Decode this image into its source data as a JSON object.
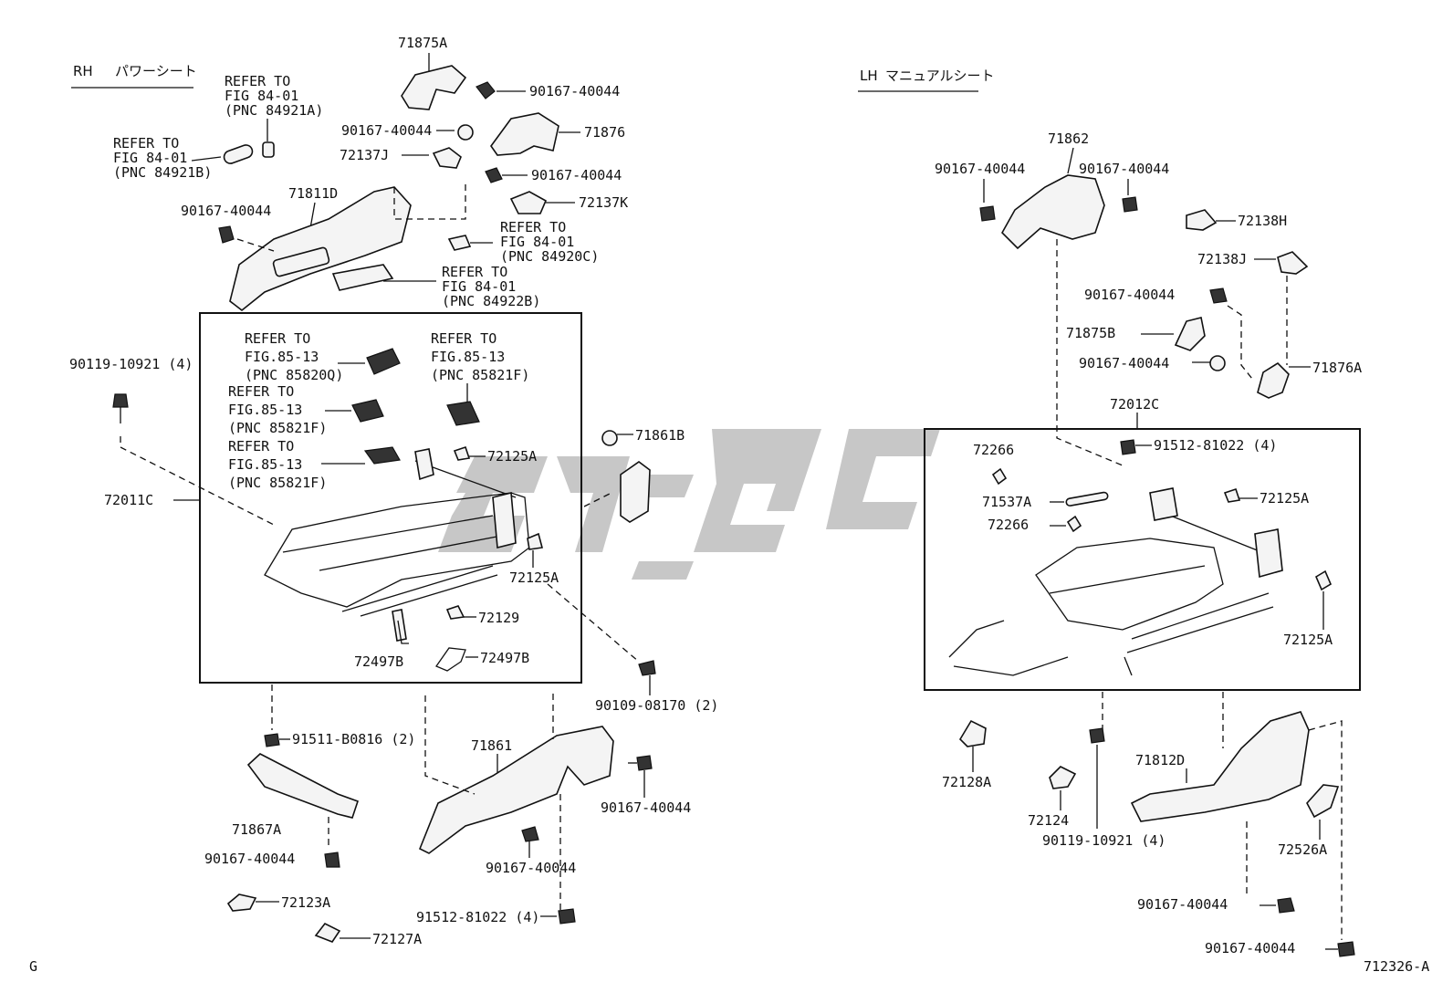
{
  "rh_header": {
    "side": "RH",
    "type": "パワーシート"
  },
  "lh_header": {
    "side": "LH",
    "type": "マニュアルシート"
  },
  "corner_code": "G",
  "figure_id": "712326-A",
  "refer": {
    "r1": [
      "REFER TO",
      "FIG 84-01",
      "(PNC 84921A)"
    ],
    "r2": [
      "REFER TO",
      "FIG 84-01",
      "(PNC 84921B)"
    ],
    "r3": [
      "REFER TO",
      "FIG 84-01",
      "(PNC 84920C)"
    ],
    "r4": [
      "REFER TO",
      "FIG 84-01",
      "(PNC 84922B)"
    ],
    "r5": [
      "REFER TO",
      "FIG.85-13",
      "(PNC 85820Q)"
    ],
    "r6": [
      "REFER TO",
      "FIG.85-13",
      "(PNC 85821F)"
    ],
    "r7": [
      "REFER TO",
      "FIG.85-13",
      "(PNC 85821F)"
    ],
    "r8": [
      "REFER TO",
      "FIG.85-13",
      "(PNC 85821F)"
    ]
  },
  "parts_rh": {
    "p71875A": "71875A",
    "p90167_a": "90167-40044",
    "p90167_b": "90167-40044",
    "p71876": "71876",
    "p72137J": "72137J",
    "p90167_c": "90167-40044",
    "p72137K": "72137K",
    "p71811D": "71811D",
    "p90167_d": "90167-40044",
    "p90119": "90119-10921 (4)",
    "p72011C": "72011C",
    "p71861B": "71861B",
    "p72125A_a": "72125A",
    "p72125A_b": "72125A",
    "p72129": "72129",
    "p72497B_a": "72497B",
    "p72497B_b": "72497B",
    "p90109": "90109-08170 (2)",
    "p91511": "91511-B0816 (2)",
    "p71861": "71861",
    "p90167_e": "90167-40044",
    "p71867A": "71867A",
    "p90167_f": "90167-40044",
    "p90167_g": "90167-40044",
    "p72123A": "72123A",
    "p91512": "91512-81022 (4)",
    "p72127A": "72127A"
  },
  "parts_lh": {
    "p71862": "71862",
    "p90167_a": "90167-40044",
    "p90167_b": "90167-40044",
    "p72138H": "72138H",
    "p72138J": "72138J",
    "p90167_c": "90167-40044",
    "p71875B": "71875B",
    "p90167_d": "90167-40044",
    "p71876A": "71876A",
    "p72012C": "72012C",
    "p72266_a": "72266",
    "p91512": "91512-81022 (4)",
    "p71537A": "71537A",
    "p72125A_a": "72125A",
    "p72266_b": "72266",
    "p72125A_b": "72125A",
    "p72128A": "72128A",
    "p72124": "72124",
    "p90119": "90119-10921 (4)",
    "p71812D": "71812D",
    "p72526A": "72526A",
    "p90167_e": "90167-40044",
    "p90167_f": "90167-40044"
  },
  "colors": {
    "line": "#111111",
    "watermark": "#bdbdbd",
    "background": "#ffffff"
  }
}
